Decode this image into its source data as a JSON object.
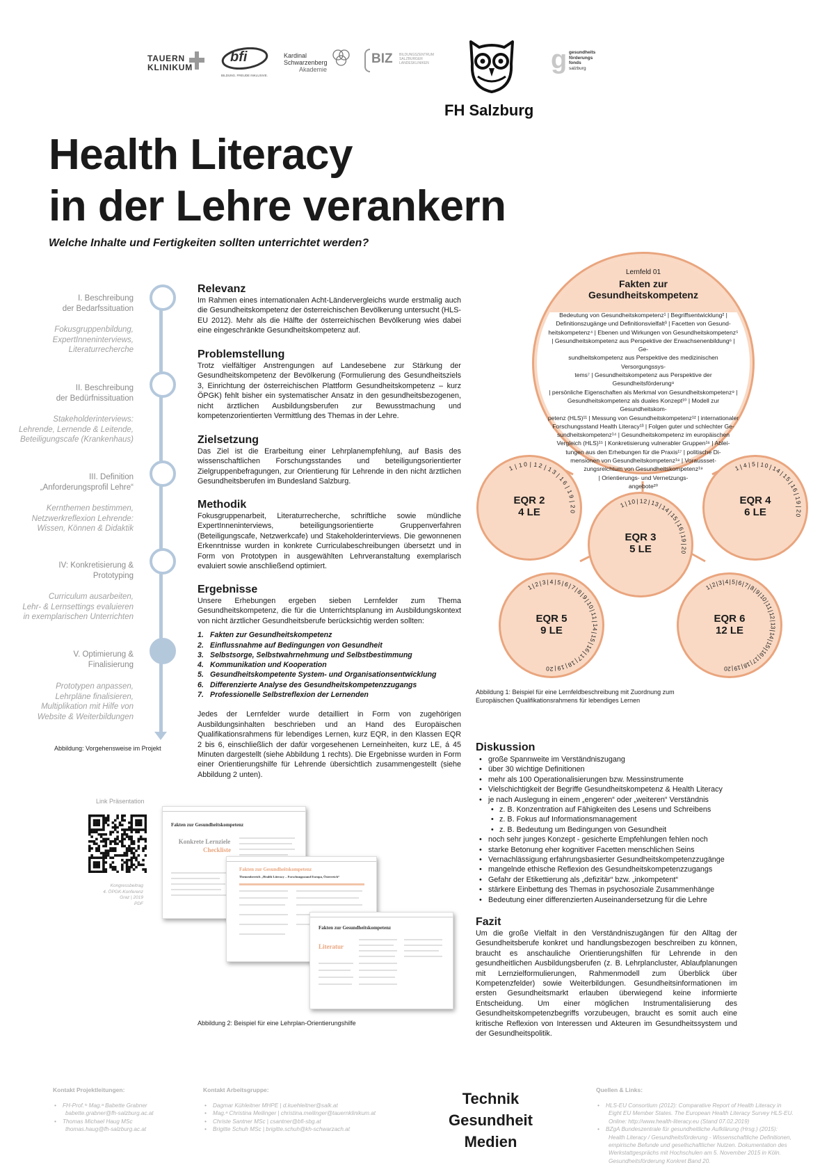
{
  "logos": {
    "tauern": [
      "TAUERN",
      "KLINIKUM"
    ],
    "bfi": "bfi",
    "bfi_tag": "BILDUNG. FREUDE INKLUSIVE.",
    "kardinal": [
      "Kardinal",
      "Schwarzenberg",
      "Akademie"
    ],
    "biz": "BIZ",
    "biz_sub": [
      "BILDUNGSZENTRUM",
      "SALZBURGER",
      "LANDESKLINIKEN"
    ],
    "fh": "FH Salzburg",
    "gff": [
      "gesundheits",
      "förderungs",
      "fonds",
      "salzburg"
    ]
  },
  "title": [
    "Health Literacy",
    "in der Lehre verankern"
  ],
  "subtitle": "Welche Inhalte und Fertigkeiten sollten unterrichtet werden?",
  "timeline": [
    {
      "head": [
        "I. Beschreibung",
        "der Bedarfssituation"
      ],
      "desc": [
        "Fokusgruppenbildung,",
        "ExpertInneninterviews,",
        "Literaturrecherche"
      ],
      "filled": false
    },
    {
      "head": [
        "II. Beschreibung",
        "der Bedürfnissituation"
      ],
      "desc": [
        "Stakeholderinterviews:",
        "Lehrende, Lernende & Leitende,",
        "Beteiligungscafe (Krankenhaus)"
      ],
      "filled": false
    },
    {
      "head": [
        "III. Definition",
        "„Anforderungsprofil Lehre“"
      ],
      "desc": [
        "Kernthemen bestimmen,",
        "Netzwerkreflexion Lehrende:",
        "Wissen, Können & Didaktik"
      ],
      "filled": false
    },
    {
      "head": [
        "IV: Konkretisierung &",
        "Prototyping"
      ],
      "desc": [
        "Curriculum ausarbeiten,",
        "Lehr- & Lernsettings evaluieren",
        "in exemplarischen Unterrichten"
      ],
      "filled": false
    },
    {
      "head": [
        "V. Optimierung &",
        "Finalisierung"
      ],
      "desc": [
        "Prototypen anpassen,",
        "Lehrpläne finalisieren,",
        "Multiplikation mit Hilfe von",
        "Website & Weiterbildungen"
      ],
      "filled": true
    }
  ],
  "timeline_caption": "Abbildung: Vorgehensweise im Projekt",
  "sections": {
    "relevanz": {
      "title": "Relevanz",
      "text": "Im Rahmen eines internationalen Acht-Ländervergleichs wurde erstmalig auch die Gesundheitskompetenz der österreichischen Bevölkerung untersucht (HLS-EU 2012). Mehr als die Hälfte der österreichischen Bevölkerung wies dabei eine eingeschränkte Gesundheitskompetenz auf."
    },
    "problem": {
      "title": "Problemstellung",
      "text": "Trotz vielfältiger Anstrengungen auf Landesebene zur Stärkung der Gesundheitskompetenz der Bevölkerung (Formulierung des Gesundheitsziels 3, Einrichtung der österreichischen Plattform Gesundheitskompetenz – kurz ÖPGK) fehlt bisher ein systematischer Ansatz in den gesundheitsbezogenen, nicht ärztlichen Ausbildungsberufen zur Bewusstmachung und kompetenzorientierten Vermittlung des Themas in der Lehre."
    },
    "ziel": {
      "title": "Zielsetzung",
      "text": "Das Ziel ist die Erarbeitung einer Lehrplanempfehlung, auf Basis des wissenschaftlichen Forschungsstandes und beteiligungsorientierter Zielgruppenbefragungen, zur Orientierung für Lehrende in den nicht ärztlichen Gesundheitsberufen im Bundesland Salzburg."
    },
    "methodik": {
      "title": "Methodik",
      "text": "Fokusgruppenarbeit, Literaturrecherche, schriftliche sowie mündliche ExpertInneninterviews, beteiligungsorientierte Gruppenverfahren (Beteiligungscafe, Netzwerkcafe) und Stakeholderinterviews. Die gewonnenen Erkenntnisse wurden in konkrete Curriculabeschreibungen übersetzt und in Form von Prototypen in ausgewählten Lehrveranstaltung exemplarisch evaluiert sowie anschließend optimiert."
    },
    "ergebnisse": {
      "title": "Ergebnisse",
      "intro": "Unsere Erhebungen ergeben sieben Lernfelder zum Thema Gesundheitskompetenz, die für die Unterrichtsplanung im Ausbildungskontext von nicht ärztlicher Gesundheitsberufe berücksichtig werden sollten:",
      "list": [
        {
          "n": "1.",
          "t": "Fakten zur Gesundheitskompetenz"
        },
        {
          "n": "2.",
          "t": "Einflussnahme auf Bedingungen von Gesundheit"
        },
        {
          "n": "3.",
          "t": "Selbstsorge, Selbstwahrnehmung und Selbstbestimmung"
        },
        {
          "n": "4.",
          "t": "Kommunikation und Kooperation"
        },
        {
          "n": "5.",
          "t": "Gesundheitskompetente System- und Organisationsentwicklung"
        },
        {
          "n": "6.",
          "t": "Differenzierte Analyse des Gesundheitskompetenzzugangs"
        },
        {
          "n": "7.",
          "t": "Professionelle Selbstreflexion der Lernenden"
        }
      ],
      "outro": "Jedes der Lernfelder wurde detailliert in Form von zugehörigen Ausbildungsinhalten beschrieben und an Hand des Europäischen Qualifikationsrahmens für lebendiges Lernen, kurz EQR, in den Klassen EQR 2 bis 6, einschließlich der dafür vorgesehenen Lerneinheiten, kurz LE, á 45 Minuten dargestellt (siehe Abbildung 1 rechts). Die Ergebnisse wurden in Form einer Orientierungshilfe für Lehrende übersichtlich zusammengestellt (siehe Abbildung 2 unten)."
    }
  },
  "lernfeld": {
    "kicker": "Lernfeld 01",
    "title": [
      "Fakten zur",
      "Gesundheitskompetenz"
    ],
    "body": [
      "Bedeutung von Gesundheitskompetenz¹ | Begriffsentwicklung² |",
      "Definitionszugänge und Definitionsvielfalt³ | Facetten von Gesund-",
      "heitskompetenz⁴ | Ebenen und Wirkungen von Gesundheitskompetenz⁵",
      "| Gesundheitskompetenz aus Perspektive der Erwachsenenbildung⁶ | Ge-",
      "sundheitskompetenz aus Perspektive des medizinischen Versorgungssys-",
      "tems⁷ | Gesundheitskompetenz aus Perspektive der Gesundheitsförderung⁸",
      "| persönliche Eigenschaften als Merkmal von Gesundheitskompetenz⁹ |",
      "Gesundheitskompetenz als duales Konzept¹⁰ | Modell zur Gesundheitskom-",
      "petenz (HLS)¹¹ | Messung von Gesundheitskompetenz¹² | internationaler",
      "Forschungsstand Health Literacy¹³ | Folgen guter und schlechter Ge-",
      "sundheitskompetenz¹⁴ | Gesundheitskompetenz im europäischen",
      "Vergleich (HLS)¹⁵ | Konkretisierung vulnerabler Gruppen¹⁶ | Ablei-",
      "tungen aus den Erhebungen für die Praxis¹⁷ | politische Di-",
      "mensionen von Gesundheitskompetenz¹⁸ | Voraussset-",
      "zungsreichtum von Gesundheitskompetenz¹⁹",
      "| Orientierungs- und Vernetzungs-",
      "angebote²⁰"
    ]
  },
  "eqr": [
    {
      "label": [
        "EQR 2",
        "4 LE"
      ],
      "nums": "1|10|12|13|16|19|20"
    },
    {
      "label": [
        "EQR 3",
        "5 LE"
      ],
      "nums": "1|10|12|13|14|15|16|19|20"
    },
    {
      "label": [
        "EQR 4",
        "6 LE"
      ],
      "nums": "1|4|5|10|14|15|16|19|20"
    },
    {
      "label": [
        "EQR 5",
        "9 LE"
      ],
      "nums": "1|2|3|4|5|6|7|8|9|10|11|14|15|16|17|18|19|20"
    },
    {
      "label": [
        "EQR 6",
        "12 LE"
      ],
      "nums": "1|2|3|4|5|6|7|8|9|10|11|12|13|14|15|16|17|18|19|20"
    }
  ],
  "fig1_caption": [
    "Abbildung 1: Beispiel für eine Lernfeldbeschreibung mit Zuordnung zum",
    "Europäischen Qualifikationsrahmens für lebendiges Lernen"
  ],
  "diskussion": {
    "title": "Diskussion",
    "items": [
      {
        "t": "große Spannweite im Verständniszugang",
        "sub": false
      },
      {
        "t": "über 30 wichtige Definitionen",
        "sub": false
      },
      {
        "t": "mehr als 100 Operationalisierungen bzw. Messinstrumente",
        "sub": false
      },
      {
        "t": "Vielschichtigkeit der Begriffe Gesundheitskompetenz & Health Literacy",
        "sub": false
      },
      {
        "t": "je nach Auslegung in einem „engeren“ oder „weiteren“ Verständnis",
        "sub": false
      },
      {
        "t": "z. B. Konzentration auf Fähigkeiten des Lesens und Schreibens",
        "sub": true
      },
      {
        "t": "z. B. Fokus auf Informationsmanagement",
        "sub": true
      },
      {
        "t": "z. B. Bedeutung um Bedingungen von Gesundheit",
        "sub": true
      },
      {
        "t": "noch sehr junges Konzept - gesicherte Empfehlungen fehlen noch",
        "sub": false
      },
      {
        "t": "starke Betonung eher kognitiver Facetten menschlichen Seins",
        "sub": false
      },
      {
        "t": "Vernachlässigung erfahrungsbasierter Gesundheitskompetenzzugänge",
        "sub": false
      },
      {
        "t": "mangelnde ethische Reflexion des Gesundheitskompetenzzugangs",
        "sub": false
      },
      {
        "t": "Gefahr der Etikettierung als „defizitär“ bzw. „inkompetent“",
        "sub": false
      },
      {
        "t": "stärkere Einbettung des Themas in psychosoziale Zusammenhänge",
        "sub": false
      },
      {
        "t": "Bedeutung einer differenzierten Auseinandersetzung für die Lehre",
        "sub": false
      }
    ]
  },
  "fazit": {
    "title": "Fazit",
    "text": "Um die große Vielfalt in den Verständniszugängen für den Alltag der Gesundheitsberufe konkret und handlungsbezogen beschreiben zu können, braucht es anschauliche Orientierungshilfen für Lehrende in den gesundheitlichen Ausbildungsberufen (z. B. Lehrplancluster, Ablaufplanungen mit Lernzielformulierungen, Rahmenmodell zum Überblick über Kompetenzfelder) sowie Weiterbildungen. Gesundheitsinformationen im ersten Gesundheitsmarkt erlauben überwiegend keine informierte Entscheidung. Um einer möglichen Instrumentalisierung des Gesundheitskompetenzbegriffs vorzubeugen, braucht es somit auch eine kritische Reflexion von Interessen und Akteuren im Gesundheitssystem und der Gesundheitspolitik."
  },
  "qr": {
    "label": "Link Präsentation",
    "caption": [
      "Kongressbeitrag",
      "4. ÖPGK-Konferenz",
      "Graz | 2019",
      "PDF"
    ]
  },
  "docs": {
    "d1_title": "Fakten zur Gesundheitskompetenz",
    "d1_orange": [
      "Konkrete Lernziele",
      "Checkliste"
    ],
    "d2_title": "Fakten zur Gesundheitskompetenz",
    "d2_sub": "Themenbereich „Health Literacy – Forschungsstand Europa, Österreich“",
    "d3_title": "Fakten zur Gesundheitskompetenz",
    "d3_orange": "Literatur"
  },
  "fig2_caption": "Abbildung 2: Beispiel für eine Lehrplan-Orientierungshilfe",
  "footer": {
    "projekt_h": "Kontakt Projektleitungen:",
    "projekt": [
      {
        "t": "FH-Prof.ⁱⁿ Mag.ᵃ Babette Grabner",
        "b": true
      },
      {
        "t": "babette.grabner@fh-salzburg.ac.at",
        "b": false
      },
      {
        "t": "Thomas Michael Haug MSc",
        "b": true
      },
      {
        "t": "thomas.haug@fh-salzburg.ac.at",
        "b": false
      }
    ],
    "arbeit_h": "Kontakt Arbeitsgruppe:",
    "arbeit": [
      "Dagmar Kühleitner MHPE | d.kuehleitner@salk.at",
      "Mag.ᵃ Christina Meilinger | christina.meilinger@tauernklinikum.at",
      "Christe Santner MSc | csantner@bfi-sbg.at",
      "Brigitte Schuh MSc | brigitte.schuh@kh-schwarzach.at"
    ],
    "center": [
      "Technik",
      "Gesundheit",
      "Medien"
    ],
    "quellen_h": "Quellen & Links:",
    "quellen": [
      {
        "t": "HLS-EU Consortium (2012): Comparative Report of Health Literacy in",
        "b": true
      },
      {
        "t": "Eight EU Member States. The European Health Literacy Survey HLS-EU.",
        "b": false
      },
      {
        "t": "Online: http://www.health-literacy.eu (Stand 07.02.2019)",
        "b": false
      },
      {
        "t": "BZgA Bundeszentrale für gesundheitliche Aufklärung (Hrsg.) (2015):",
        "b": true
      },
      {
        "t": "Health Literacy / Gesundheitsförderung - Wissenschaftliche Definitionen,",
        "b": false
      },
      {
        "t": "empirische Befunde und gesellschaftlicher Nutzen. Dokumentation des",
        "b": false
      },
      {
        "t": "Werkstattgesprächs mit Hochschulen am 5. November 2015 in Köln.",
        "b": false
      },
      {
        "t": "Gesundheitsförderung Konkret Band 20.",
        "b": false
      }
    ]
  }
}
